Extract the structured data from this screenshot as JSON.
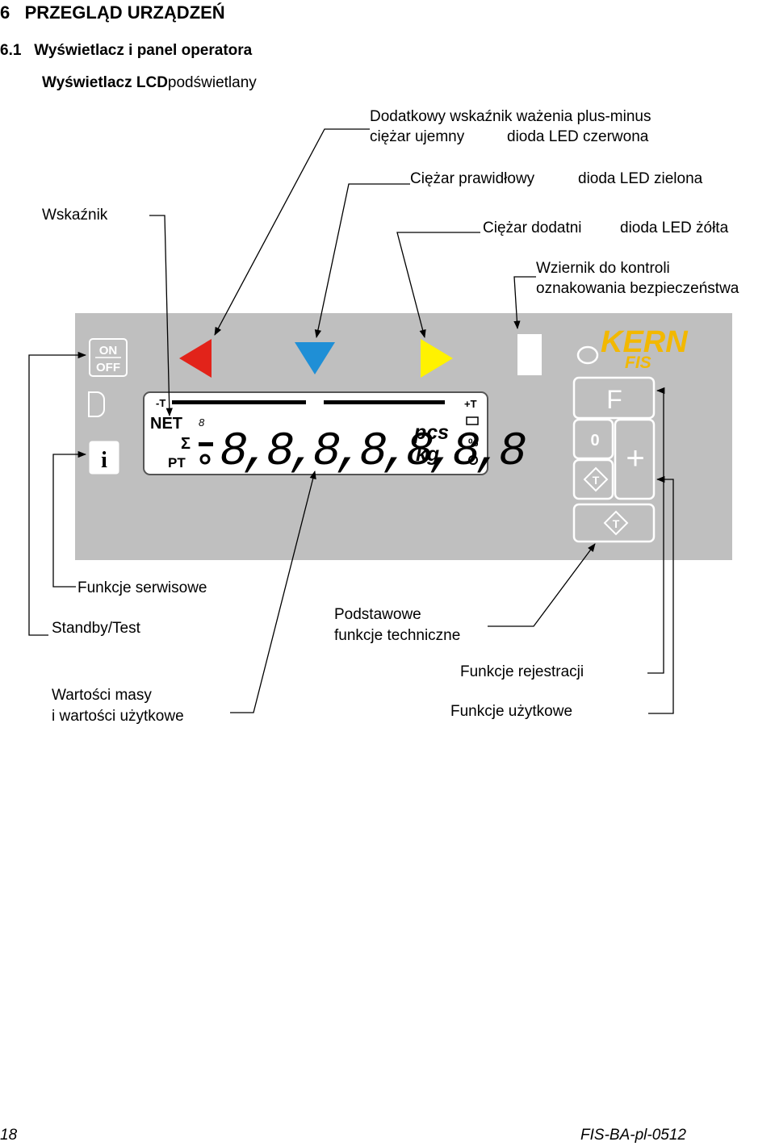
{
  "heading": {
    "number": "6",
    "title": "PRZEGLĄD URZĄDZEŃ"
  },
  "subheading": {
    "number": "6.1",
    "title": "Wyświetlacz i panel operatora"
  },
  "display_title": {
    "bold": "Wyświetlacz LCD",
    "normal": "podświetlany"
  },
  "labels": {
    "plus_minus_line1": "Dodatkowy wskaźnik ważenia plus-minus",
    "negative_weight": "ciężar ujemny",
    "led_red": "dioda LED czerwona",
    "correct_weight": "Ciężar prawidłowy",
    "led_green": "dioda LED zielona",
    "indicator": "Wskaźnik",
    "positive_weight": "Ciężar dodatni",
    "led_yellow": "dioda LED żółta",
    "window_line1": "Wziernik do kontroli",
    "window_line2": "oznakowania bezpieczeństwa",
    "service_functions": "Funkcje serwisowe",
    "standby": "Standby/Test",
    "basic_line1": "Podstawowe",
    "basic_line2": "funkcje techniczne",
    "registration_functions": "Funkcje rejestracji",
    "mass_line1": "Wartości masy",
    "mass_line2": "i wartości użytkowe",
    "user_functions": "Funkcje użytkowe"
  },
  "panel": {
    "brand": "KERN",
    "model": "FIS",
    "on_label": "ON",
    "off_label": "OFF",
    "info_key": "i",
    "f_key": "F",
    "zero_key": "0",
    "plus_key": "+",
    "tare_key": "T",
    "lcd": {
      "net": "NET",
      "pt": "PT",
      "sigma": "Σ",
      "digits": "8,8,8,8,8,8,8",
      "pcs": "pcs",
      "kg": "kg",
      "percent": "%",
      "minus_t": "-T",
      "plus_t": "+T",
      "small_digit": "8"
    },
    "colors": {
      "panel": "#bfbfbf",
      "led_red": "#e2231a",
      "led_blue": "#1f8fd6",
      "led_yellow": "#fff200",
      "brand": "#f2b800"
    }
  },
  "footer": {
    "page": "18",
    "doc": "FIS-BA-pl-0512"
  }
}
